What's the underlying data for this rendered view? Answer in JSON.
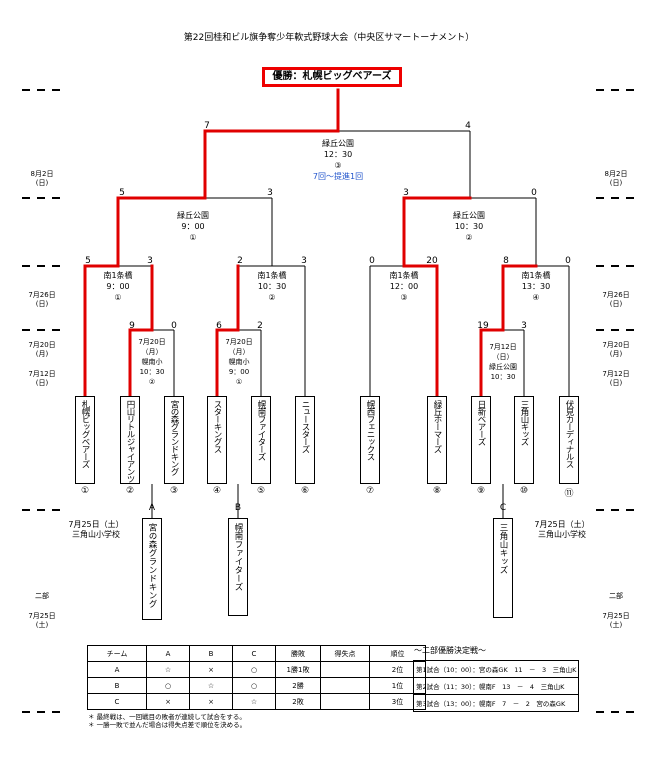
{
  "title": "第22回桂和ビル旗争奪少年軟式野球大会（中央区サマートーナメント）",
  "champion": "優勝：札幌ビッグベアーズ",
  "final": {
    "venue": "緑丘公園",
    "time": "12：30",
    "no": "③",
    "note": "7回～提進1回",
    "score_left": "7",
    "score_right": "4"
  },
  "semi_left": {
    "venue": "緑丘公園",
    "time": "9：00",
    "no": "①",
    "score_left": "5",
    "score_right": "3"
  },
  "semi_right": {
    "venue": "緑丘公園",
    "time": "10：30",
    "no": "②",
    "score_left": "3",
    "score_right": "0"
  },
  "qf": [
    {
      "venue": "南1条橋",
      "time": "9：00",
      "no": "①",
      "score_left": "5",
      "score_right": "3"
    },
    {
      "venue": "南1条橋",
      "time": "10：30",
      "no": "②",
      "score_left": "2",
      "score_right": "3"
    },
    {
      "venue": "南1条橋",
      "time": "12：00",
      "no": "③",
      "score_left": "0",
      "score_right": "20"
    },
    {
      "venue": "南1条橋",
      "time": "13：30",
      "no": "④",
      "score_left": "8",
      "score_right": "0"
    }
  ],
  "r1": [
    {
      "date": "7月20日",
      "day": "（月）",
      "venue": "幌南小",
      "time": "10：30",
      "no": "②",
      "score_left": "9",
      "score_right": "0"
    },
    {
      "date": "7月20日",
      "day": "（月）",
      "venue": "幌南小",
      "time": "9：00",
      "no": "①",
      "score_left": "6",
      "score_right": "2"
    },
    {
      "date": "7月12日",
      "day": "（日）",
      "venue": "緑丘公園",
      "time": "10：30",
      "no": "",
      "score_left": "19",
      "score_right": "3"
    }
  ],
  "dates_left": [
    {
      "date": "8月2日",
      "day": "(日)"
    },
    {
      "date": "7月26日",
      "day": "(日)"
    },
    {
      "date": "7月20日",
      "day": "(月)"
    },
    {
      "date": "7月12日",
      "day": "(日)"
    }
  ],
  "dates_right": [
    {
      "date": "8月2日",
      "day": "(日)"
    },
    {
      "date": "7月26日",
      "day": "(日)"
    },
    {
      "date": "7月20日",
      "day": "(月)"
    },
    {
      "date": "7月12日",
      "day": "(日)"
    }
  ],
  "teams": [
    {
      "name": "札幌ビッグベアーズ",
      "no": "①"
    },
    {
      "name": "円山リトルジャイアンツ",
      "no": "②"
    },
    {
      "name": "宮の森グランドキング",
      "no": "③"
    },
    {
      "name": "スターキングス",
      "no": "④"
    },
    {
      "name": "幌南ファイターズ",
      "no": "⑤"
    },
    {
      "name": "ニュースターズ",
      "no": "⑥"
    },
    {
      "name": "幌西フェニックス",
      "no": "⑦"
    },
    {
      "name": "緑丘ホーマーズ",
      "no": "⑧"
    },
    {
      "name": "日新ベアーズ",
      "no": "⑨"
    },
    {
      "name": "三角山キッズ",
      "no": "⑩"
    },
    {
      "name": "伏見カーディナルス",
      "no": "⑪"
    }
  ],
  "second_div": {
    "labels": [
      "A",
      "B",
      "C"
    ],
    "teams": [
      "宮の森グランドキング",
      "幌南ファイターズ",
      "三角山キッズ"
    ],
    "date_left": "7月25日（土）",
    "place_left": "三角山小学校",
    "date_right": "7月25日（土）",
    "place_right": "三角山小学校",
    "side_label": "二部",
    "side_date": "7月25日",
    "side_day": "(土)"
  },
  "results_table": {
    "headers": [
      "チーム",
      "A",
      "B",
      "C",
      "勝敗",
      "得失点",
      "順位"
    ],
    "rows": [
      [
        "A",
        "☆",
        "×",
        "○",
        "1勝1敗",
        "",
        "2位"
      ],
      [
        "B",
        "○",
        "☆",
        "○",
        "2勝",
        "",
        "1位"
      ],
      [
        "C",
        "×",
        "×",
        "☆",
        "2敗",
        "",
        "3位"
      ]
    ]
  },
  "finals_title": "～二部優勝決定戦～",
  "finals": [
    "第1試合（10：00）：宮の森GK　11　－　3　三角山K",
    "第2試合（11：30）：幌南F　13　－　4　三角山K",
    "第3試合（13：00）：幌南F　7　－　2　宮の森GK"
  ],
  "notes": [
    "＊ 最終戦は、一回戦目の敗者が連続して試合をする。",
    "＊ 一勝一敗で並んだ場合は得失点差で順位を決める。"
  ],
  "colors": {
    "win": "#e00000",
    "line": "#000000",
    "note": "#2255cc"
  }
}
